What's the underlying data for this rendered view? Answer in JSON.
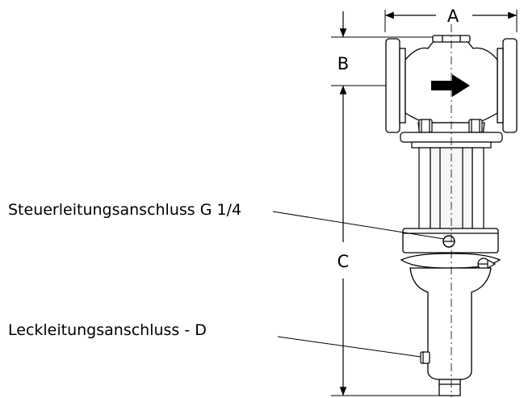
{
  "dimensions": {
    "a": "A",
    "b": "B",
    "c": "C"
  },
  "labels": {
    "control_line_connection": "Steuerleitungsanschluss G 1/4",
    "leak_line_connection": "Leckleitungsanschluss - D"
  },
  "flow_direction": "right",
  "colors": {
    "line": "#000000",
    "fill": "#ffffff",
    "shade": "#e6e6e6"
  }
}
